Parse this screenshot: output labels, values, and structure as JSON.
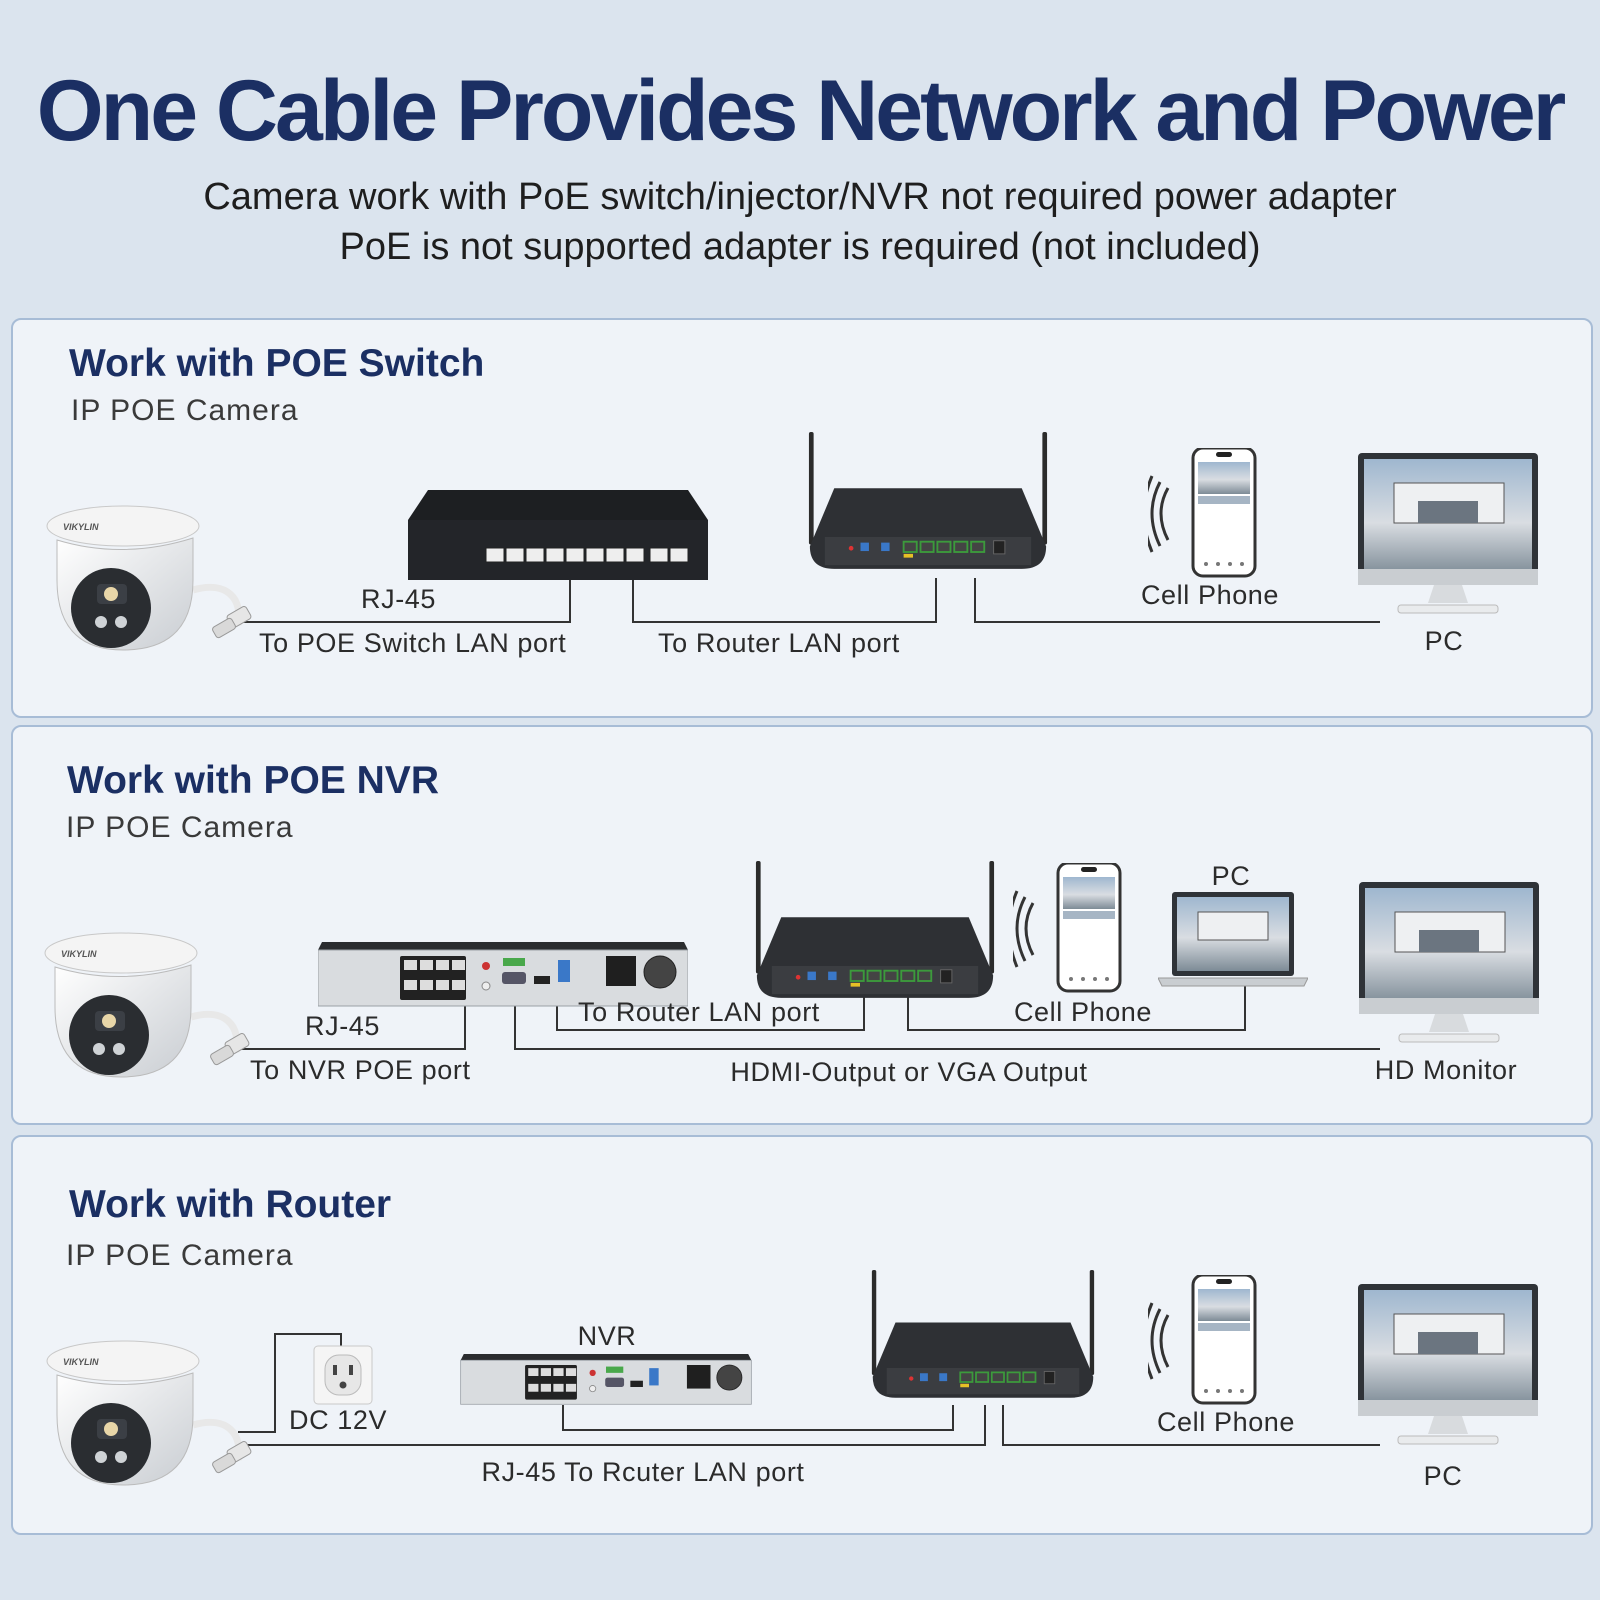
{
  "header": {
    "title": "One Cable Provides Network and Power",
    "subtitle_line1": "Camera work with PoE switch/injector/NVR not required power adapter",
    "subtitle_line2": "PoE is not supported adapter is required (not included)"
  },
  "panels": [
    {
      "title": "Work with POE Switch",
      "subtitle": "IP POE Camera",
      "labels": {
        "rj45": "RJ-45",
        "to_switch": "To POE Switch LAN port",
        "to_router": "To Router LAN port",
        "cell_phone": "Cell Phone",
        "pc": "PC"
      }
    },
    {
      "title": "Work with POE NVR",
      "subtitle": "IP POE Camera",
      "labels": {
        "rj45": "RJ-45",
        "to_nvr": "To NVR POE port",
        "to_router": "To Router LAN port",
        "cell_phone": "Cell Phone",
        "pc": "PC",
        "hdmi": "HDMI-Output or VGA Output",
        "hd_monitor": "HD Monitor"
      }
    },
    {
      "title": "Work with Router",
      "subtitle": "IP POE Camera",
      "labels": {
        "dc": "DC 12V",
        "nvr": "NVR",
        "rj45_router": "RJ-45 To Rcuter LAN port",
        "cell_phone": "Cell Phone",
        "pc": "PC"
      }
    }
  ],
  "colors": {
    "background": "#dbe4ee",
    "panel": "#eff3f8",
    "panel_border": "#a7bcd6",
    "heading": "#1b2f63",
    "port_green": "#3c9a3c",
    "port_blue": "#3a78c8"
  },
  "camera": {
    "brand": "VIKYLIN"
  },
  "icons": [
    "dome-camera-icon",
    "poe-switch-icon",
    "router-icon",
    "nvr-icon",
    "cell-phone-icon",
    "wifi-waves-icon",
    "monitor-icon",
    "laptop-icon",
    "power-outlet-icon"
  ]
}
